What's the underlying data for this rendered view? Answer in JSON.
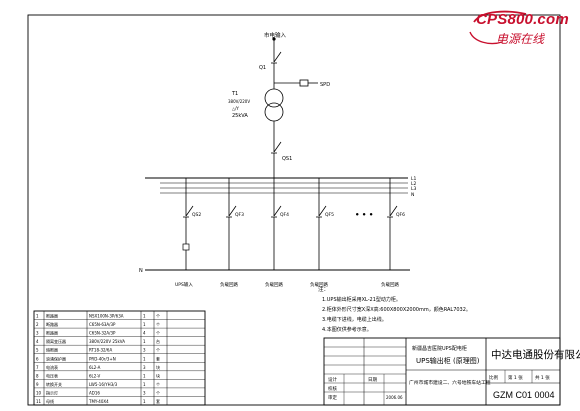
{
  "watermark": {
    "brand": "CPS800.com",
    "subtitle": "电源在线",
    "color": "#c8102e"
  },
  "diagram": {
    "source_label": "市电输入",
    "isolator_label": "Q1",
    "spd_label": "SPD",
    "transformer_label": "T1",
    "transformer_spec_1": "380V/220V",
    "transformer_spec_2": "△/Y",
    "transformer_spec_3": "25kVA",
    "main_switch_label": "QS1",
    "bus_labels": [
      "L1",
      "L2",
      "L3",
      "N"
    ],
    "feeders": [
      {
        "label": "QS2",
        "load": "UPS输入"
      },
      {
        "label": "QF3",
        "load": "负载回路"
      },
      {
        "label": "QF4",
        "load": "负载回路"
      },
      {
        "label": "QF5",
        "load": "负载回路"
      },
      {
        "label": "QF6",
        "load": "负载回路"
      }
    ],
    "ellipsis": "• • •"
  },
  "notes": [
    "注：",
    "1.UPS输出柜采用XL-21型动力柜。",
    "2.柜体外形尺寸宽X深X高:600X800X2000mm，颜色RAL7032。",
    "3.电缆下进线，电缆上出线。",
    "4.本图仅供参考示意。"
  ],
  "title_block": {
    "company": "中达电通股份有限公司",
    "title_line1": "新疆昌吉医院UPS配电柜",
    "title_line2": "UPS输出柜 (原理图)",
    "project": "广州市城市建设二、六号地铁车站工程",
    "drawing_no": "GZM C01 0004",
    "scale_label": "比例",
    "sheet_label": "第 1 张",
    "total_label": "共 1 张",
    "date_label": "日期",
    "designer_label": "设计",
    "checker_label": "校核",
    "approver_label": "审定",
    "date": "2006.06"
  },
  "bom": {
    "rows": [
      {
        "no": "1",
        "name": "断路器",
        "spec": "NSX100N-3P/63A",
        "qty": "1",
        "unit": "个"
      },
      {
        "no": "2",
        "name": "断路器",
        "spec": "C65N-63A/3P",
        "qty": "1",
        "unit": "个"
      },
      {
        "no": "3",
        "name": "断路器",
        "spec": "C65N-32A/3P",
        "qty": "4",
        "unit": "个"
      },
      {
        "no": "4",
        "name": "隔离变压器",
        "spec": "380V/220V 25kVA",
        "qty": "1",
        "unit": "台"
      },
      {
        "no": "5",
        "name": "熔断器",
        "spec": "RT18-32/6A",
        "qty": "3",
        "unit": "个"
      },
      {
        "no": "6",
        "name": "浪涌保护器",
        "spec": "PRD-40r/3+N",
        "qty": "1",
        "unit": "套"
      },
      {
        "no": "7",
        "name": "电流表",
        "spec": "6L2-A",
        "qty": "3",
        "unit": "块"
      },
      {
        "no": "8",
        "name": "电压表",
        "spec": "6L2-V",
        "qty": "1",
        "unit": "块"
      },
      {
        "no": "9",
        "name": "转换开关",
        "spec": "LW5-16/YH3/3",
        "qty": "1",
        "unit": "个"
      },
      {
        "no": "10",
        "name": "指示灯",
        "spec": "AD16",
        "qty": "3",
        "unit": "个"
      },
      {
        "no": "11",
        "name": "母线",
        "spec": "TMY-40X4",
        "qty": "1",
        "unit": "套"
      }
    ]
  }
}
